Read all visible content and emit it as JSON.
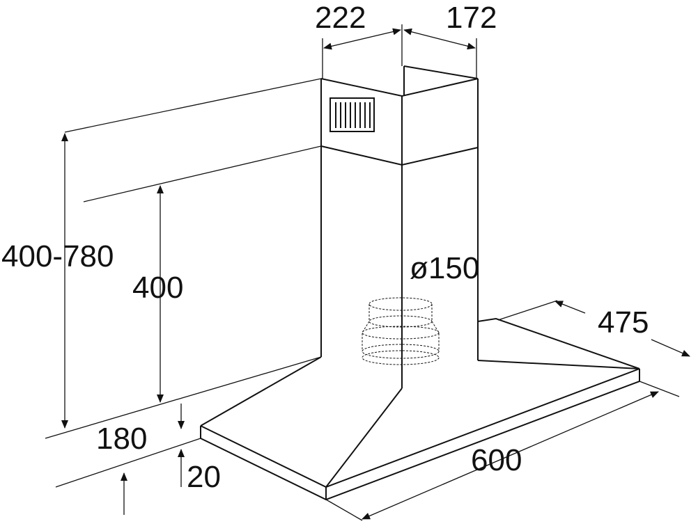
{
  "title": "Chimney cooker hood dimensions",
  "dimensions": {
    "chimney_width": "222",
    "chimney_depth": "172",
    "total_height_range": "400-780",
    "chimney_height": "400",
    "duct_diameter": "ø150",
    "hood_depth": "475",
    "hood_width": "600",
    "canopy_height": "180",
    "rim_height": "20"
  }
}
